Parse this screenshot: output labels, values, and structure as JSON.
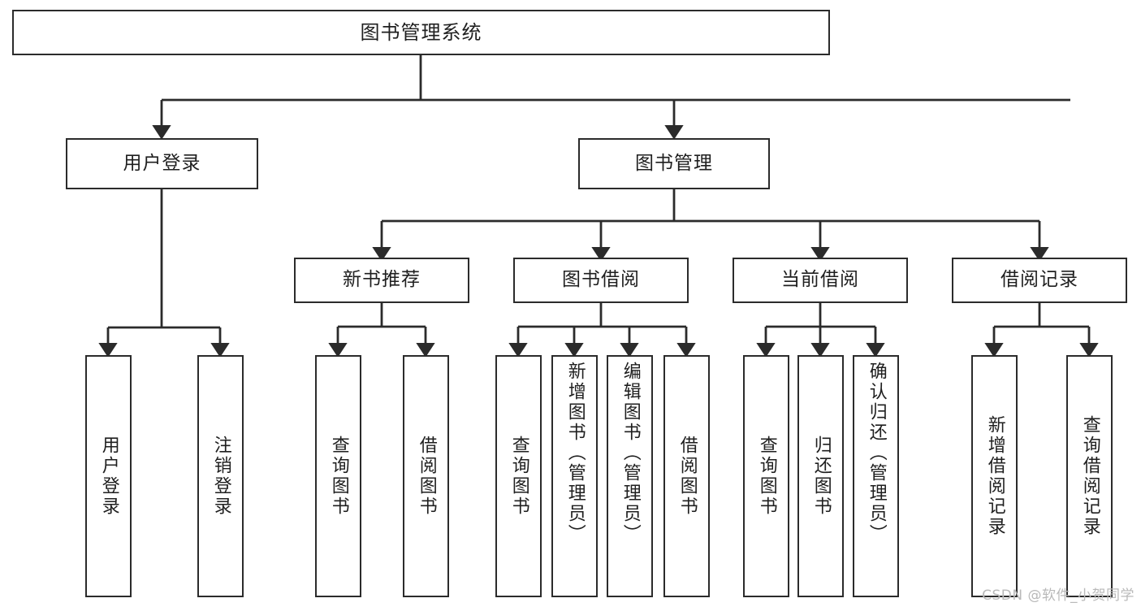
{
  "diagram": {
    "type": "tree-hierarchy",
    "title": "图书管理系统",
    "orientation": "top-down",
    "colors": {
      "box_border": "#2b2b2b",
      "box_fill": "#ffffff",
      "connector": "#2b2b2b",
      "text": "#1f1f1f",
      "watermark": "#b9b9b9",
      "background": "#ffffff"
    },
    "root": {
      "label": "图书管理系统"
    },
    "level1": [
      {
        "label": "用户登录"
      },
      {
        "label": "图书管理"
      }
    ],
    "level2": [
      {
        "label": "新书推荐"
      },
      {
        "label": "图书借阅"
      },
      {
        "label": "当前借阅"
      },
      {
        "label": "借阅记录"
      }
    ],
    "leaves": {
      "user_login": [
        {
          "label": "用户登录"
        },
        {
          "label": "注销登录"
        }
      ],
      "new_book_recommend": [
        {
          "label": "查询图书"
        },
        {
          "label": "借阅图书"
        }
      ],
      "book_borrow": [
        {
          "label": "查询图书"
        },
        {
          "label": "新增图书（管理员）"
        },
        {
          "label": "编辑图书（管理员）"
        },
        {
          "label": "借阅图书"
        }
      ],
      "current_borrow": [
        {
          "label": "查询图书"
        },
        {
          "label": "归还图书"
        },
        {
          "label": "确认归还（管理员）"
        }
      ],
      "borrow_record": [
        {
          "label": "新增借阅记录"
        },
        {
          "label": "查询借阅记录"
        }
      ]
    }
  },
  "watermark": {
    "text": "CSDN @软件_小贺同学"
  }
}
